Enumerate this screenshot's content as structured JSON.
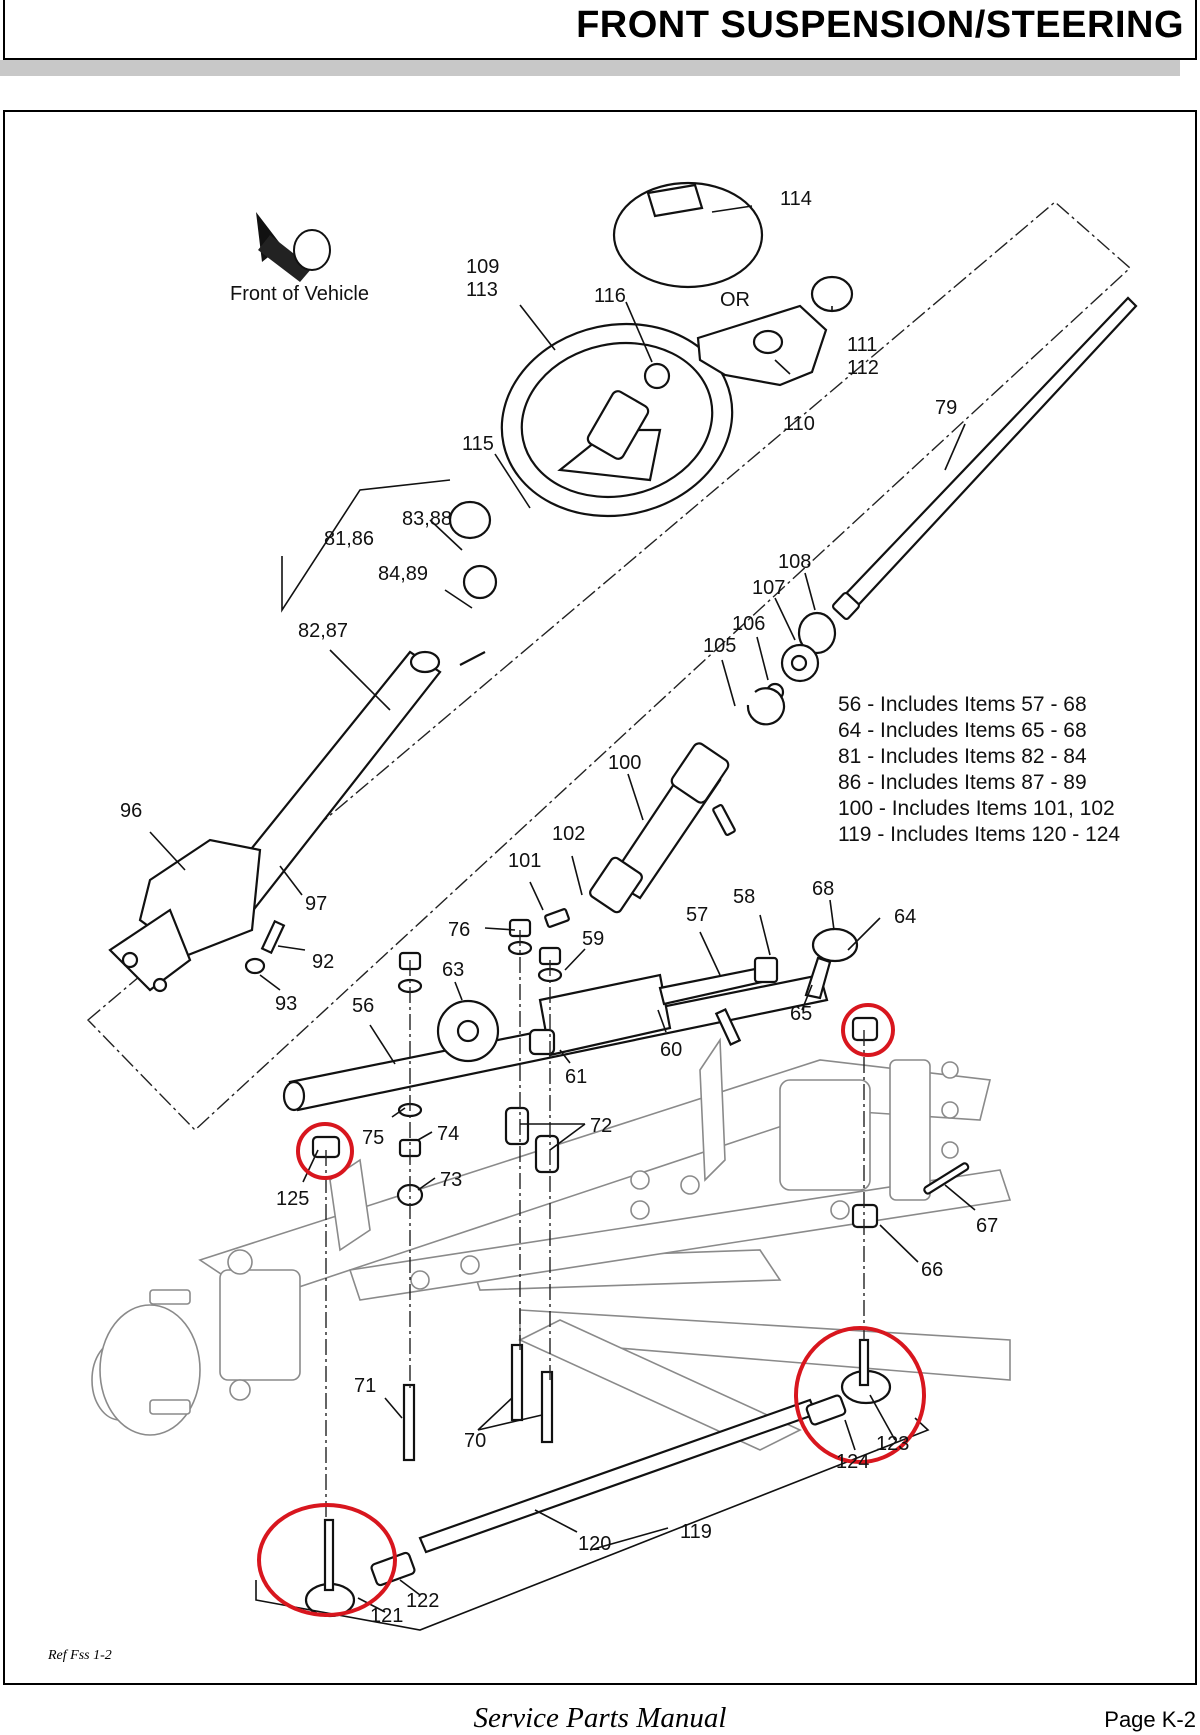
{
  "header": {
    "title": "FRONT SUSPENSION/STEERING"
  },
  "diagram": {
    "orientation_label": "Front of Vehicle",
    "or_label": "OR",
    "callouts": [
      {
        "label": "114"
      },
      {
        "label": "109"
      },
      {
        "label": "113"
      },
      {
        "label": "116"
      },
      {
        "label": "OR"
      },
      {
        "label": "111"
      },
      {
        "label": "112"
      },
      {
        "label": "110"
      },
      {
        "label": "79"
      },
      {
        "label": "115"
      },
      {
        "label": "83,88"
      },
      {
        "label": "81,86"
      },
      {
        "label": "84,89"
      },
      {
        "label": "82,87"
      },
      {
        "label": "108"
      },
      {
        "label": "107"
      },
      {
        "label": "106"
      },
      {
        "label": "105"
      },
      {
        "label": "100"
      },
      {
        "label": "96"
      },
      {
        "label": "102"
      },
      {
        "label": "101"
      },
      {
        "label": "97"
      },
      {
        "label": "68"
      },
      {
        "label": "58"
      },
      {
        "label": "57"
      },
      {
        "label": "64"
      },
      {
        "label": "76"
      },
      {
        "label": "59"
      },
      {
        "label": "63"
      },
      {
        "label": "92"
      },
      {
        "label": "93"
      },
      {
        "label": "56"
      },
      {
        "label": "65"
      },
      {
        "label": "60"
      },
      {
        "label": "61"
      },
      {
        "label": "72"
      },
      {
        "label": "75"
      },
      {
        "label": "74"
      },
      {
        "label": "73"
      },
      {
        "label": "125"
      },
      {
        "label": "67"
      },
      {
        "label": "66"
      },
      {
        "label": "71"
      },
      {
        "label": "70"
      },
      {
        "label": "124"
      },
      {
        "label": "123"
      },
      {
        "label": "120"
      },
      {
        "label": "119"
      },
      {
        "label": "122"
      },
      {
        "label": "121"
      }
    ],
    "notes": [
      "56 - Includes Items 57 - 68",
      "64 - Includes Items 65 - 68",
      "81 - Includes Items 82 - 84",
      "86 - Includes Items 87 - 89",
      "100 - Includes Items 101, 102",
      "119 - Includes Items 120 - 124"
    ],
    "highlight_color": "#d8161e"
  },
  "footer": {
    "reference": "Ref Fss 1-2",
    "manual_title": "Service Parts Manual",
    "page": "Page K-2"
  }
}
